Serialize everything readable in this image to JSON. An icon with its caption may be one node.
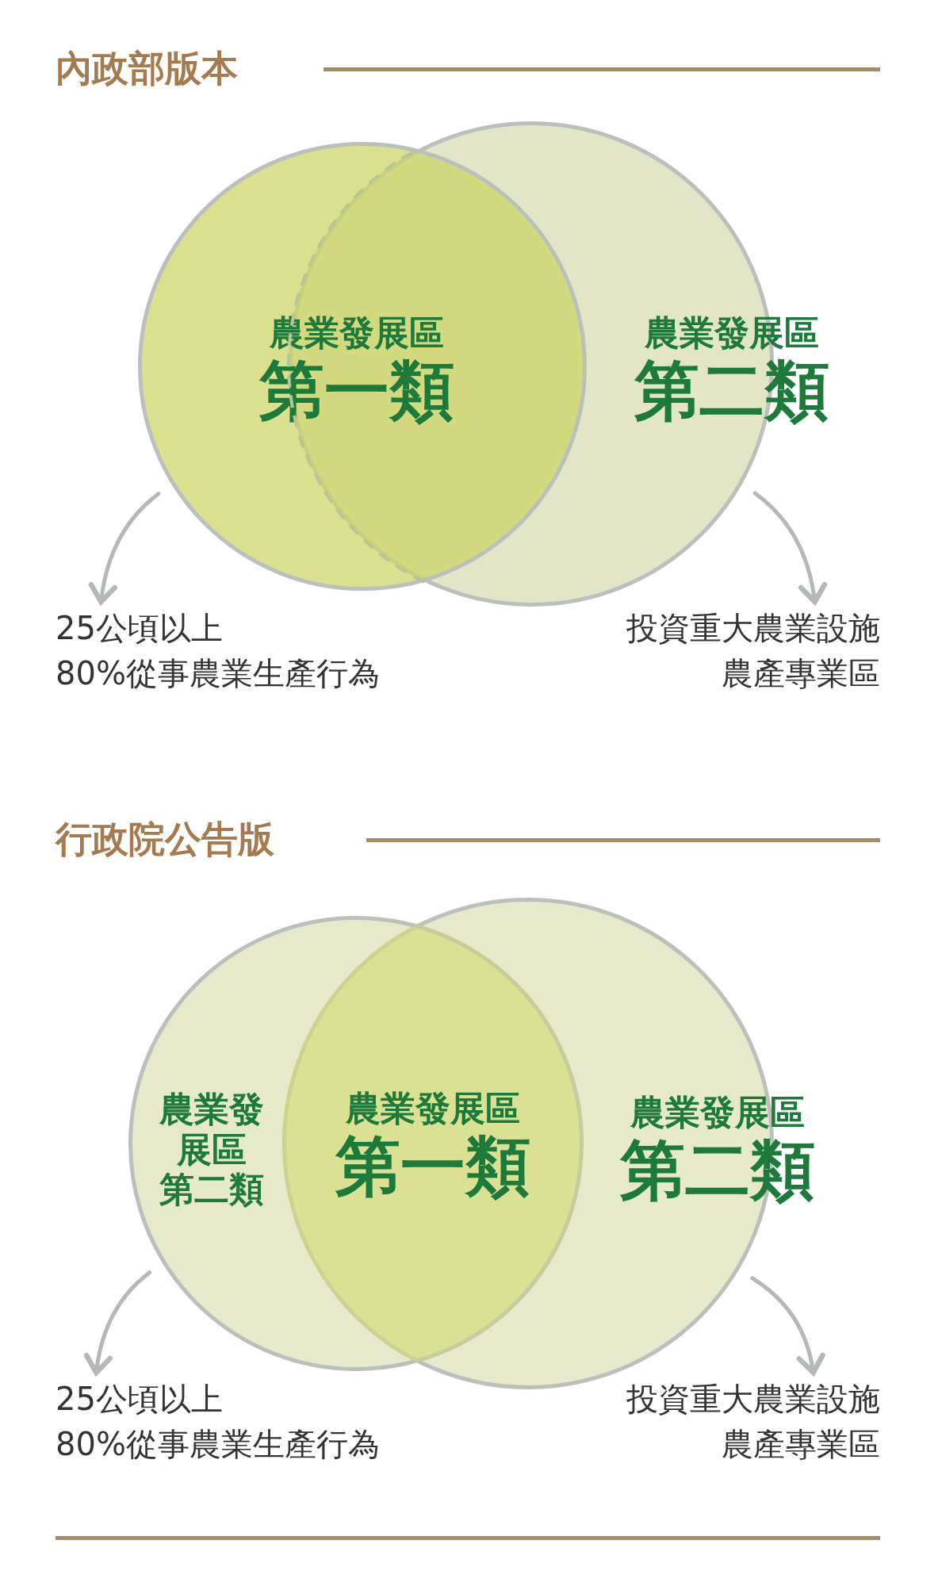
{
  "diagram": {
    "nodes": [
      {
        "text": [
          "農業發展區",
          "第一類"
        ]
      },
      {
        "text": [
          "農業發展區",
          "第二類"
        ]
      },
      {
        "text": [
          "25公頃以上",
          "80%從事農業生產行為"
        ]
      },
      {
        "text": [
          "投資重大農業設施",
          "農產專業區"
        ]
      },
      {
        "text": [
          "農業發展區",
          "第二類"
        ]
      },
      {
        "text": [
          "農業發展區",
          "第一類"
        ]
      },
      {
        "text": [
          "農業發展區",
          "第二類"
        ]
      },
      {
        "text": [
          "25公頃以上",
          "80%從事農業生產行為"
        ]
      },
      {
        "text": [
          "投資重大農業設施",
          "農產專業區"
        ]
      }
    ],
    "edges": [
      {
        "from": 0,
        "to": 2,
        "arrow": "to"
      },
      {
        "from": 1,
        "to": 3,
        "arrow": "to"
      },
      {
        "from": 4,
        "to": 7,
        "arrow": "to"
      },
      {
        "from": 6,
        "to": 8,
        "arrow": "to"
      }
    ],
    "labels": [
      "內政部版本",
      "行政院公告版"
    ]
  }
}
